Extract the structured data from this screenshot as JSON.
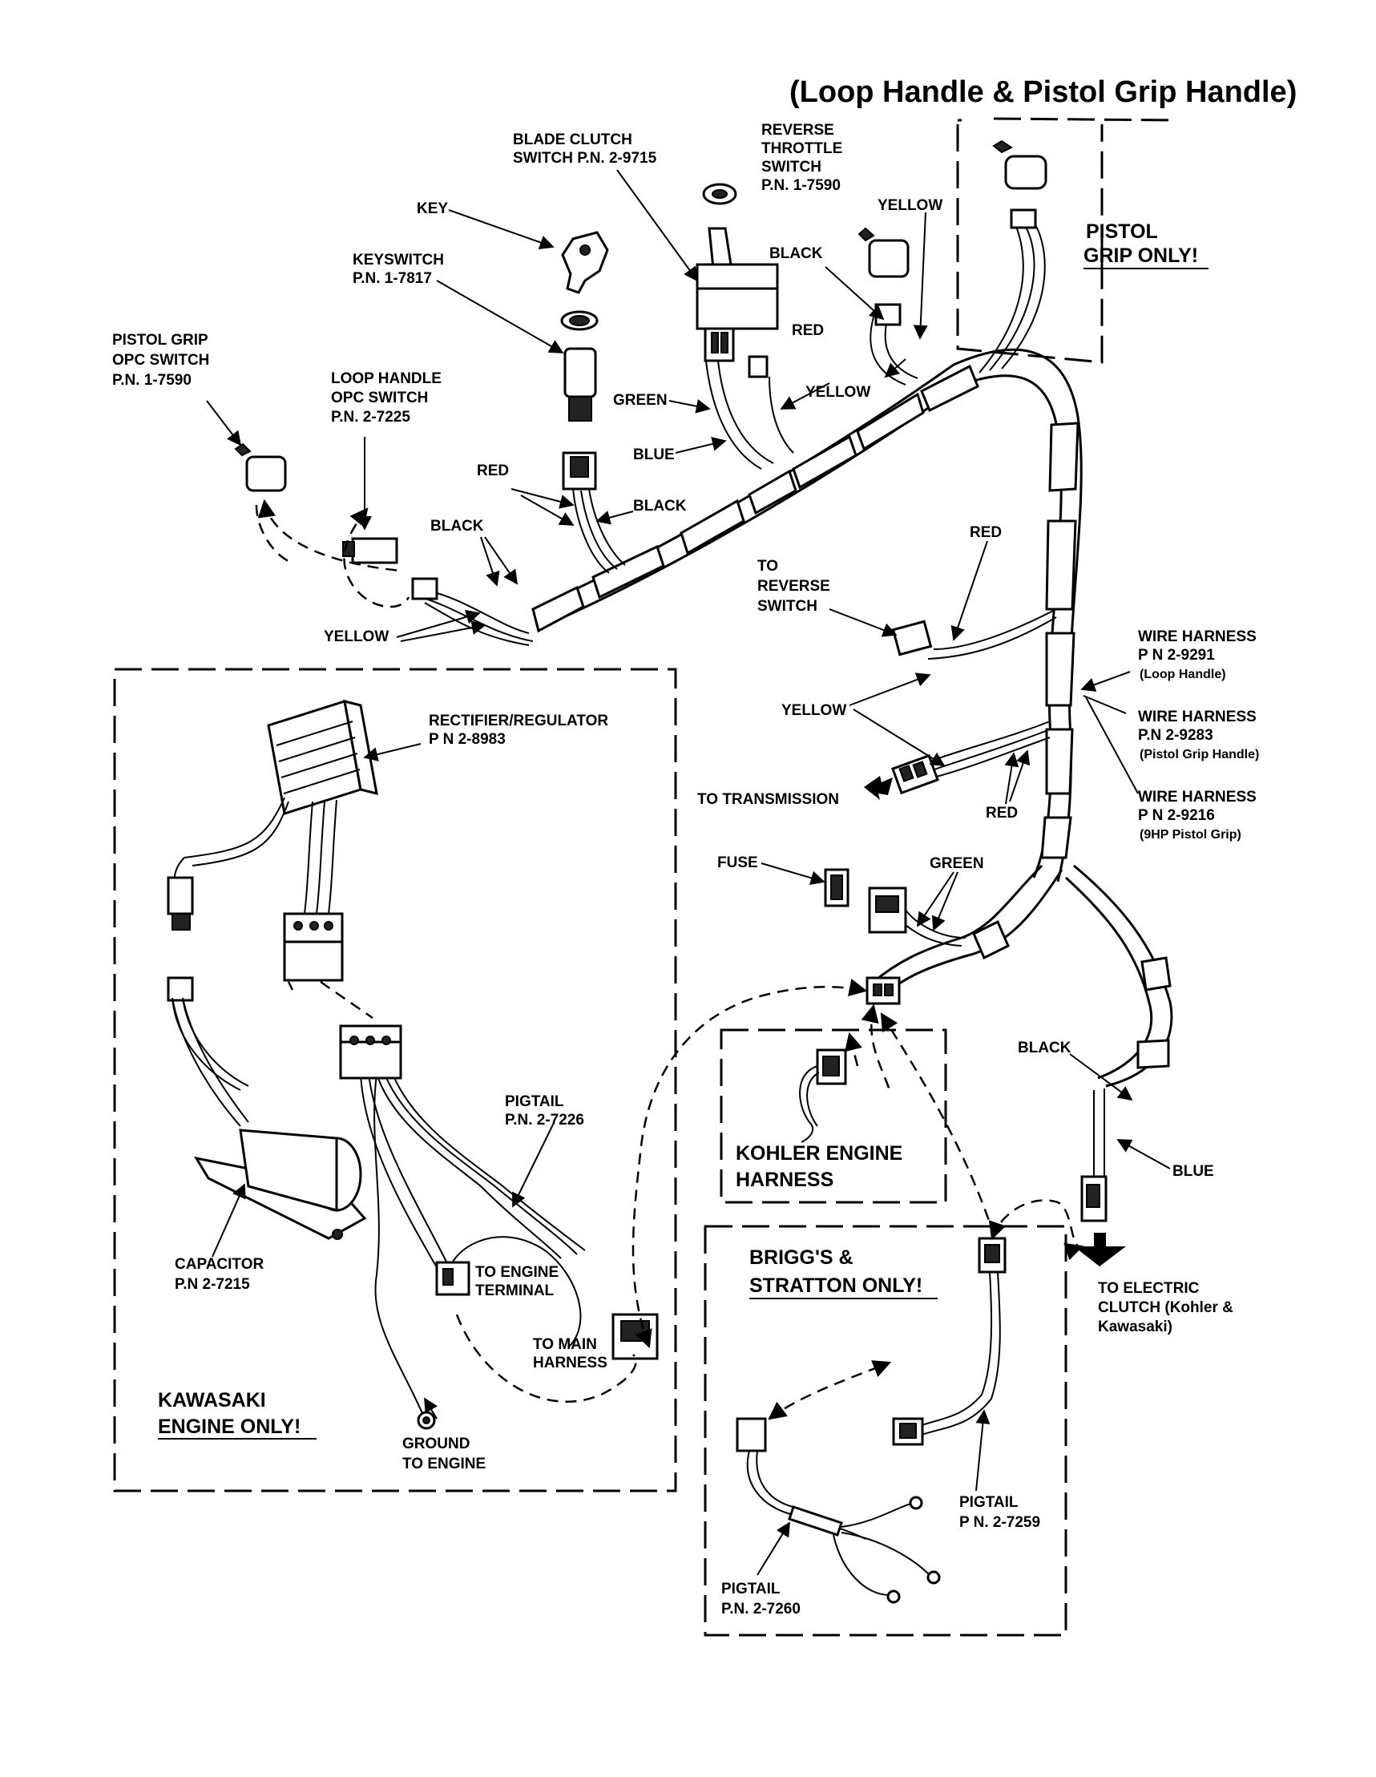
{
  "title": "(Loop Handle & Pistol Grip Handle)",
  "labels": {
    "blade_clutch_switch": [
      "BLADE CLUTCH",
      "SWITCH P.N. 2-9715"
    ],
    "reverse_throttle_switch": [
      "REVERSE",
      "THROTTLE",
      "SWITCH",
      "P.N. 1-7590"
    ],
    "yellow_top": "YELLOW",
    "key": "KEY",
    "keyswitch": [
      "KEYSWITCH",
      "P.N. 1-7817"
    ],
    "black_top": "BLACK",
    "red_top": "RED",
    "pistol_grip_opc": [
      "PISTOL GRIP",
      "OPC SWITCH",
      "P.N. 1-7590"
    ],
    "loop_handle_opc": [
      "LOOP HANDLE",
      "OPC SWITCH",
      "P.N. 2-7225"
    ],
    "green_top": "GREEN",
    "yellow_mid": "YELLOW",
    "blue_mid": "BLUE",
    "red_left": "RED",
    "black_left_center": "BLACK",
    "black_left": "BLACK",
    "yellow_left": "YELLOW",
    "pistol_grip_only": [
      "PISTOL",
      "GRIP ONLY!"
    ],
    "red_right": "RED",
    "to_reverse_switch": [
      "TO",
      "REVERSE",
      "SWITCH"
    ],
    "wire_harness_loop": [
      "WIRE HARNESS",
      "P N  2-9291",
      "(Loop Handle)"
    ],
    "wire_harness_pistol": [
      "WIRE HARNESS",
      "P.N  2-9283",
      "(Pistol Grip Handle)"
    ],
    "wire_harness_9hp": [
      "WIRE HARNESS",
      "P N  2-9216",
      "(9HP Pistol Grip)"
    ],
    "yellow_right": "YELLOW",
    "to_transmission": "TO TRANSMISSION",
    "red_lower": "RED",
    "fuse": "FUSE",
    "green_right": "GREEN",
    "rectifier": [
      "RECTIFIER/REGULATOR",
      "P N  2-8983"
    ],
    "pigtail_7226": [
      "PIGTAIL",
      "P.N. 2-7226"
    ],
    "capacitor": [
      "CAPACITOR",
      "P.N  2-7215"
    ],
    "to_engine_terminal": [
      "TO ENGINE",
      "TERMINAL"
    ],
    "to_main_harness": [
      "TO MAIN",
      "HARNESS"
    ],
    "kawasaki_only": [
      "KAWASAKI",
      "ENGINE ONLY!"
    ],
    "ground_to_engine": [
      "GROUND",
      "TO ENGINE"
    ],
    "kohler_harness": [
      "KOHLER ENGINE",
      "HARNESS"
    ],
    "black_right": "BLACK",
    "blue_right": "BLUE",
    "briggs_only": [
      "BRIGG'S &",
      "STRATTON ONLY!"
    ],
    "to_electric_clutch": [
      "TO ELECTRIC",
      "CLUTCH (Kohler &",
      "Kawasaki)"
    ],
    "pigtail_7259": [
      "PIGTAIL",
      "P N. 2-7259"
    ],
    "pigtail_7260": [
      "PIGTAIL",
      "P.N. 2-7260"
    ]
  }
}
